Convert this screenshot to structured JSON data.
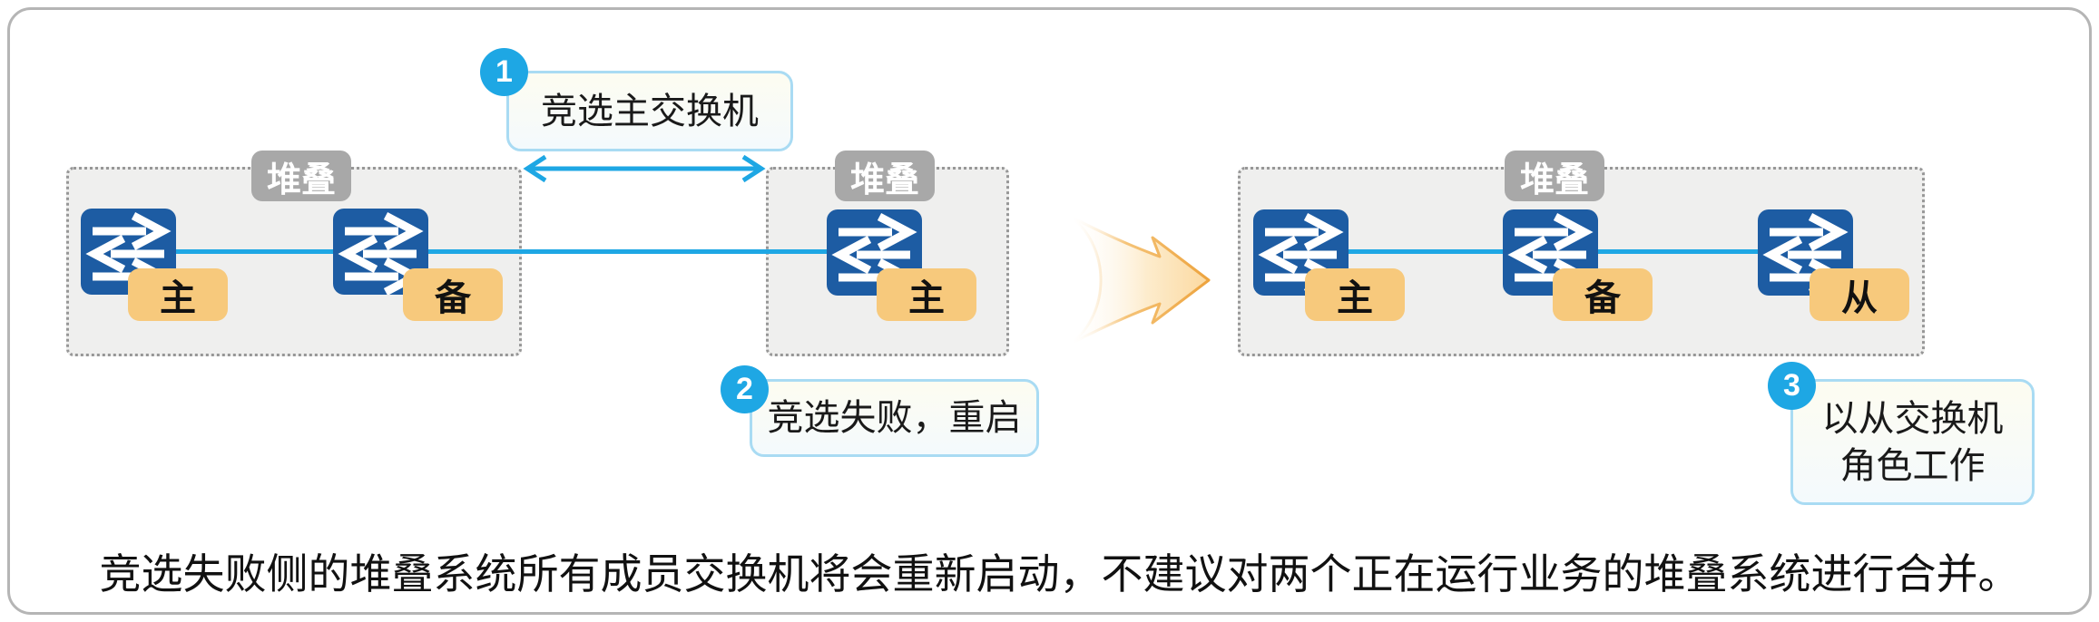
{
  "callouts": {
    "c1": {
      "num": "1",
      "text": "竞选主交换机"
    },
    "c2": {
      "num": "2",
      "text": "竞选失败，重启"
    },
    "c3": {
      "num": "3",
      "line1": "以从交换机",
      "line2": "角色工作"
    }
  },
  "stacks": [
    {
      "label": "堆叠",
      "switches": [
        {
          "role": "主"
        },
        {
          "role": "备"
        }
      ]
    },
    {
      "label": "堆叠",
      "switches": [
        {
          "role": "主"
        }
      ]
    },
    {
      "label": "堆叠",
      "switches": [
        {
          "role": "主"
        },
        {
          "role": "备"
        },
        {
          "role": "从"
        }
      ]
    }
  ],
  "note": "竞选失败侧的堆叠系统所有成员交换机将会重新启动，不建议对两个正在运行业务的堆叠系统进行合并。",
  "icons": {
    "switch": "switch-icon",
    "double_arrow": "double-arrow-icon",
    "transition": "transition-arrow-icon"
  },
  "colors": {
    "azure": "#1ea7e4",
    "switch_blue": "#1d5ca3",
    "badge_orange": "#f7c97c",
    "tag_gray": "#a8a8a8",
    "group_fill": "#efefee",
    "callout_border": "#a9dbf3",
    "frame_border": "#b5b5b5"
  }
}
